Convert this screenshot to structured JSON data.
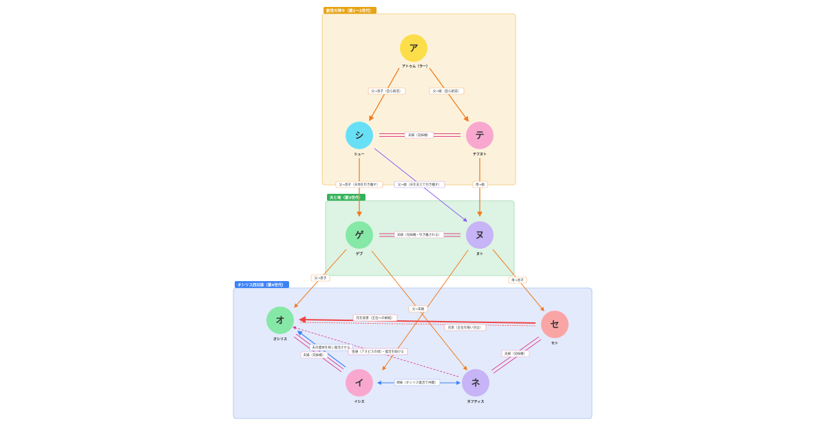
{
  "groups": {
    "creation": {
      "title": "創世の神々（第1〜2世代）",
      "color": "#E8A317",
      "fill": "#FCF2DC"
    },
    "sky_earth": {
      "title": "天と地（第3世代）",
      "color": "#34B25A",
      "fill": "#DDF3E3"
    },
    "osiris": {
      "title": "オシリス四兄妹（第4世代）",
      "color": "#3B82F6",
      "fill": "#E3EAFB"
    }
  },
  "nodes": {
    "atum": {
      "glyph": "ア",
      "label": "アトゥム（ラー）",
      "color": "#FCDD4A"
    },
    "shu": {
      "glyph": "シ",
      "label": "シュー",
      "color": "#67E0F5"
    },
    "tefnut": {
      "glyph": "テ",
      "label": "テフヌト",
      "color": "#F8A8CF"
    },
    "geb": {
      "glyph": "ゲ",
      "label": "ゲブ",
      "color": "#86E8A6"
    },
    "nut": {
      "glyph": "ヌ",
      "label": "ヌト",
      "color": "#C6B4F6"
    },
    "osiris": {
      "glyph": "オ",
      "label": "オシリス",
      "color": "#86E8A6"
    },
    "set": {
      "glyph": "セ",
      "label": "セト",
      "color": "#FAA5A5"
    },
    "isis": {
      "glyph": "イ",
      "label": "イシス",
      "color": "#F8A8CF"
    },
    "nephthys": {
      "glyph": "ネ",
      "label": "ネフティス",
      "color": "#C6B4F6"
    }
  },
  "edges": {
    "atum_shu": "父→息子（自ら創造）",
    "atum_tefnut": "父→娘（自ら創造）",
    "shu_tefnut": "夫婦（兄妹婚）",
    "shu_geb": "父→息子（天地を引き離す）",
    "shu_nut": "父→娘（天を支えて引き離す）",
    "tefnut_nut": "母→娘",
    "geb_nut": "夫婦（兄妹婚・引き離される）",
    "geb_osiris": "父→息子",
    "nut_set": "母→息子",
    "geb_nut_daughters": "父→末娘",
    "set_osiris_murder": "兄を殺害（王位への嫉妬）",
    "set_osiris_rival": "兄弟（王位を競い対立）",
    "isis_osiris_body": "夫の遺体を探し復活させる",
    "nephthys_osiris": "密通（アヌビスの母）・復活を助ける",
    "isis_osiris_married": "夫婦（兄妹婚）",
    "set_nephthys": "夫婦（兄妹婚）",
    "isis_nephthys": "姉妹（オシリス復活で共闘）"
  },
  "colors": {
    "parent_edge": "#F07B1E",
    "marriage_edge": "#E0408A",
    "shu_nut_edge": "#8B5CF6",
    "conflict_edge": "#EF4444",
    "isis_edge": "#3B82F6",
    "affair_edge": "#D63384"
  }
}
